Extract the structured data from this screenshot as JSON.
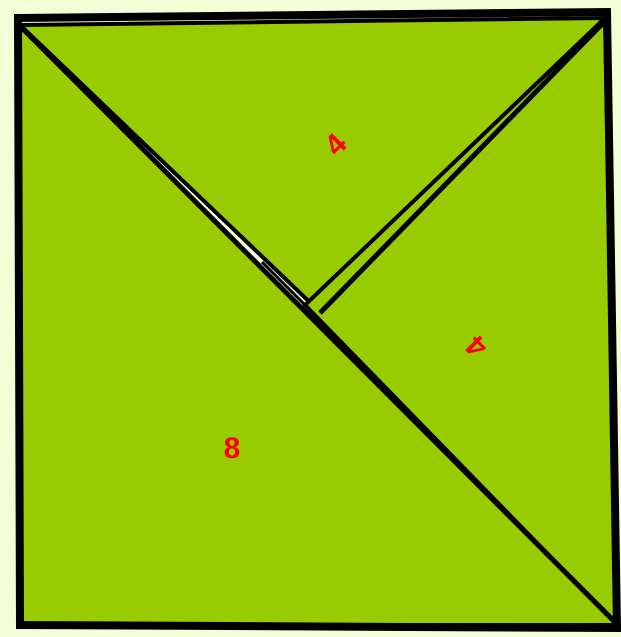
{
  "colors": {
    "background": "#f2ffd6",
    "fill": "#99cc00",
    "stroke": "#000000",
    "label": "#ff0000"
  },
  "pieces": [
    {
      "id": "top",
      "label": "4"
    },
    {
      "id": "right",
      "label": "4"
    },
    {
      "id": "bottom-left",
      "label": "8"
    }
  ]
}
